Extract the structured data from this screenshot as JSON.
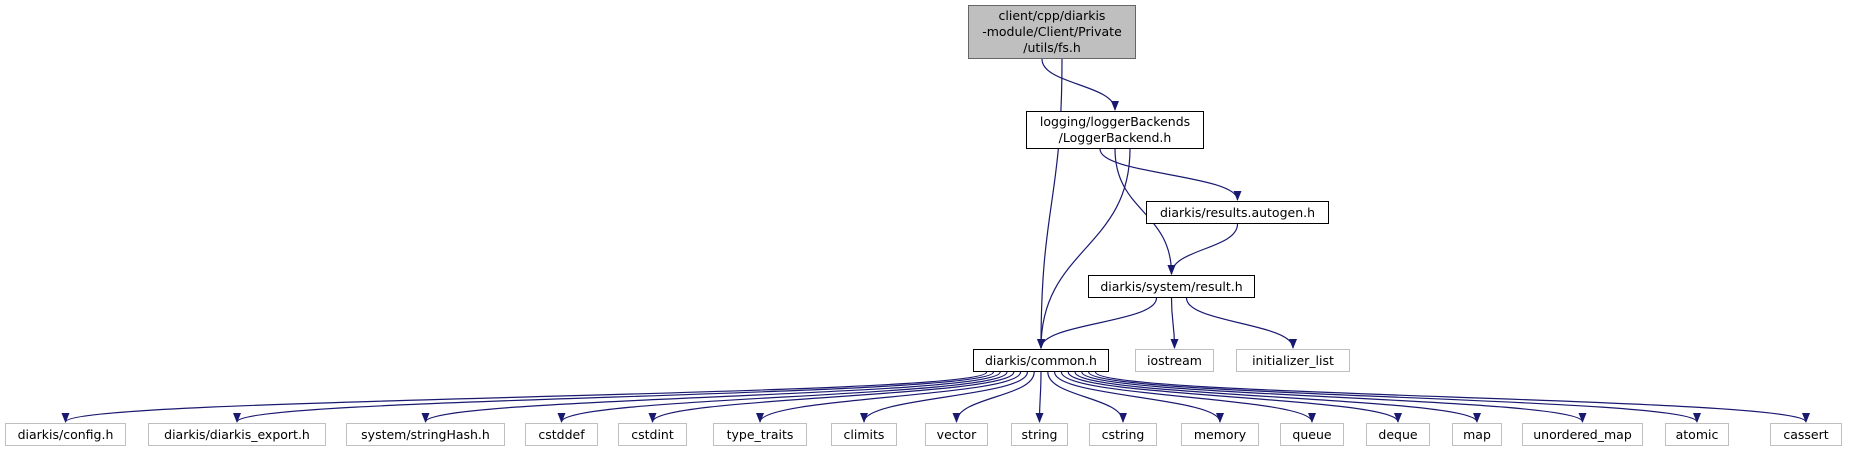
{
  "edge_color": "#191970",
  "root_fill": "#bfbfbf",
  "external_border": "#bfbfbf",
  "nodes": {
    "fs": {
      "lines": [
        "client/cpp/diarkis",
        "-module/Client/Private",
        "/utils/fs.h"
      ]
    },
    "loggerbackend": {
      "lines": [
        "logging/loggerBackends",
        "/LoggerBackend.h"
      ]
    },
    "results": {
      "lines": [
        "diarkis/results.autogen.h"
      ]
    },
    "result": {
      "lines": [
        "diarkis/system/result.h"
      ]
    },
    "common": {
      "lines": [
        "diarkis/common.h"
      ]
    },
    "iostream": {
      "lines": [
        "iostream"
      ]
    },
    "initlist": {
      "lines": [
        "initializer_list"
      ]
    },
    "config": {
      "lines": [
        "diarkis/config.h"
      ]
    },
    "export": {
      "lines": [
        "diarkis/diarkis_export.h"
      ]
    },
    "stringhash": {
      "lines": [
        "system/stringHash.h"
      ]
    },
    "cstddef": {
      "lines": [
        "cstddef"
      ]
    },
    "cstdint": {
      "lines": [
        "cstdint"
      ]
    },
    "typetraits": {
      "lines": [
        "type_traits"
      ]
    },
    "climits": {
      "lines": [
        "climits"
      ]
    },
    "vector": {
      "lines": [
        "vector"
      ]
    },
    "string": {
      "lines": [
        "string"
      ]
    },
    "cstring": {
      "lines": [
        "cstring"
      ]
    },
    "memory": {
      "lines": [
        "memory"
      ]
    },
    "queue": {
      "lines": [
        "queue"
      ]
    },
    "deque": {
      "lines": [
        "deque"
      ]
    },
    "map": {
      "lines": [
        "map"
      ]
    },
    "umap": {
      "lines": [
        "unordered_map"
      ]
    },
    "atomic": {
      "lines": [
        "atomic"
      ]
    },
    "cassert": {
      "lines": [
        "cassert"
      ]
    }
  },
  "edges": [
    [
      "fs",
      "loggerbackend"
    ],
    [
      "fs",
      "common"
    ],
    [
      "loggerbackend",
      "results"
    ],
    [
      "loggerbackend",
      "result"
    ],
    [
      "loggerbackend",
      "common"
    ],
    [
      "results",
      "result"
    ],
    [
      "result",
      "common"
    ],
    [
      "result",
      "iostream"
    ],
    [
      "result",
      "initlist"
    ],
    [
      "common",
      "config"
    ],
    [
      "common",
      "export"
    ],
    [
      "common",
      "stringhash"
    ],
    [
      "common",
      "cstddef"
    ],
    [
      "common",
      "cstdint"
    ],
    [
      "common",
      "typetraits"
    ],
    [
      "common",
      "climits"
    ],
    [
      "common",
      "vector"
    ],
    [
      "common",
      "string"
    ],
    [
      "common",
      "cstring"
    ],
    [
      "common",
      "memory"
    ],
    [
      "common",
      "queue"
    ],
    [
      "common",
      "deque"
    ],
    [
      "common",
      "map"
    ],
    [
      "common",
      "umap"
    ],
    [
      "common",
      "atomic"
    ],
    [
      "common",
      "cassert"
    ]
  ]
}
